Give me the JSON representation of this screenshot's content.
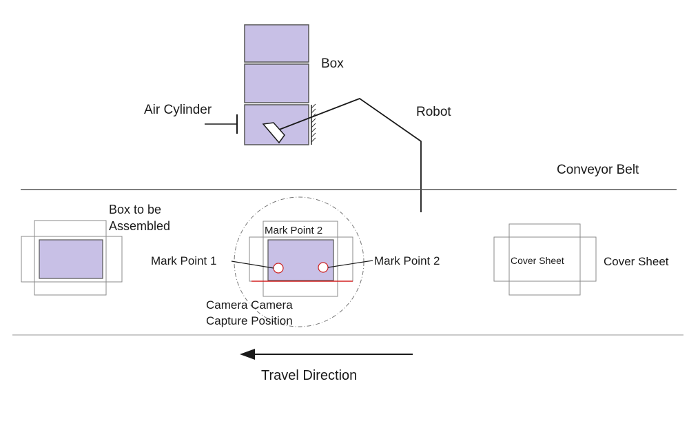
{
  "labels": {
    "box": "Box",
    "air_cylinder": "Air Cylinder",
    "robot": "Robot",
    "conveyor_belt": "Conveyor Belt",
    "box_to_be_line1": "Box to be",
    "box_to_be_line2": "Assembled",
    "mark_point_2_top": "Mark Point 2",
    "mark_point_1": "Mark Point 1",
    "mark_point_2_right": "Mark Point 2",
    "camera_line1": "Camera Camera",
    "camera_line2": "Capture Position",
    "cover_sheet_inside": "Cover Sheet",
    "cover_sheet_outside": "Cover Sheet",
    "travel_direction": "Travel Direction"
  },
  "colors": {
    "box_fill": "#c8c0e6",
    "line": "#1a1a1a",
    "belt_line": "#555555",
    "sheet_stroke": "#8a8a8a",
    "red_edge": "#d42020"
  }
}
